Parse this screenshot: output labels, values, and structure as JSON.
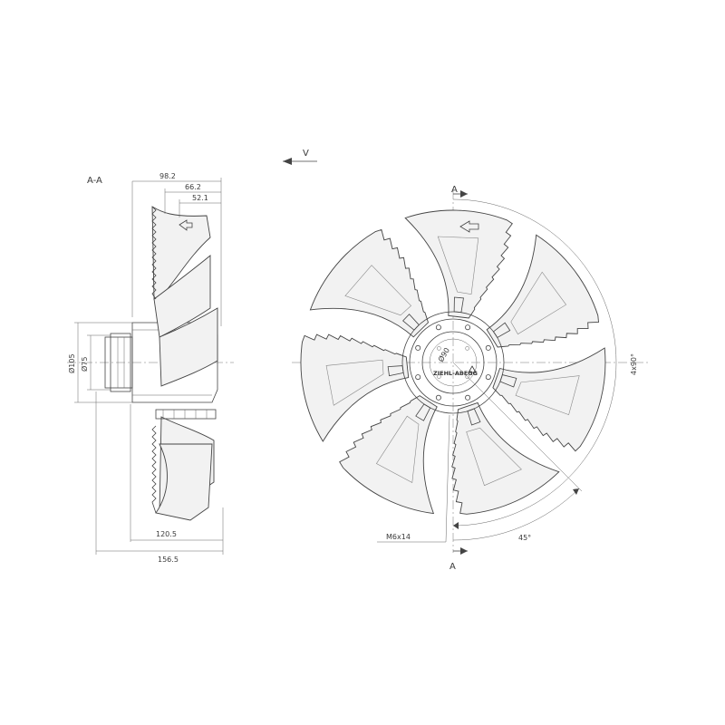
{
  "labels": {
    "section": "A-A",
    "view": "V",
    "cut_top": "A",
    "cut_bottom": "A"
  },
  "dimensions": {
    "d_98_2": "98.2",
    "d_66_2": "66.2",
    "d_52_1": "52.1",
    "d_120_5": "120.5",
    "d_156_5": "156.5",
    "dia_105": "Ø105",
    "dia_75": "Ø75",
    "angle_4x90": "4x90°",
    "angle_45": "45°",
    "thread": "M6x14",
    "hub_dia": "Ø90"
  },
  "nameplate": {
    "brand": "ZIEHL-ABEGG"
  },
  "colors": {
    "line": "#444444",
    "blade_fill": "#f2f2f2",
    "background": "#ffffff"
  }
}
